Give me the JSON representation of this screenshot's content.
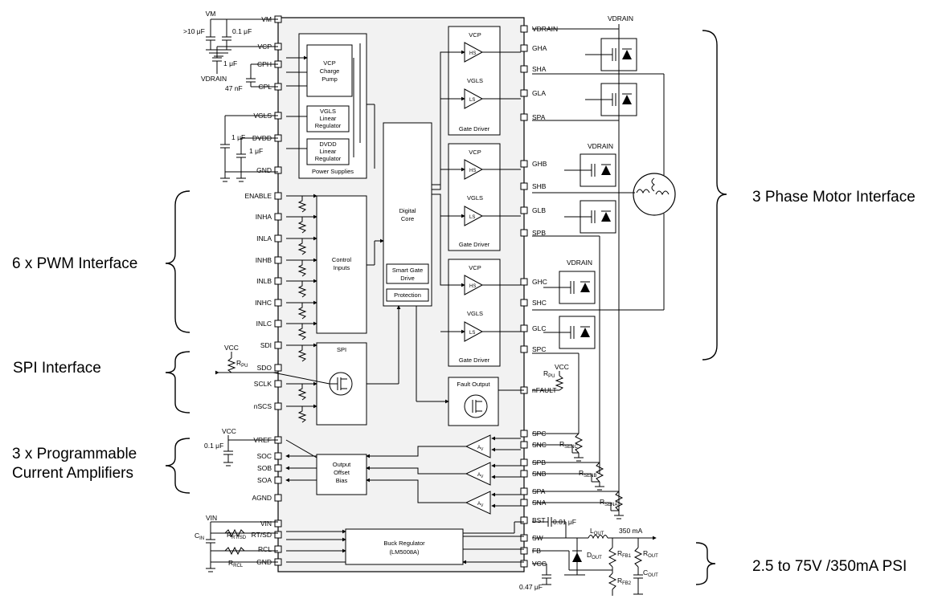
{
  "callouts": {
    "pwm": "6 x PWM Interface",
    "spi": "SPI Interface",
    "amp_line1": "3 x Programmable",
    "amp_line2": "Current Amplifiers",
    "motor": "3 Phase Motor Interface",
    "psu": "2.5 to 75V /350mA PSI"
  },
  "pins_left": [
    "VM",
    "VCP",
    "CPH",
    "CPL",
    "VGLS",
    "DVDD",
    "GND",
    "ENABLE",
    "INHA",
    "INLA",
    "INHB",
    "INLB",
    "INHC",
    "INLC",
    "SDI",
    "SDO",
    "SCLK",
    "nSCS",
    "VREF",
    "SOC",
    "SOB",
    "SOA",
    "AGND",
    "VIN",
    "RT/SD",
    "RCL",
    "GND"
  ],
  "pins_right": [
    "VDRAIN",
    "GHA",
    "SHA",
    "GLA",
    "SPA",
    "GHB",
    "SHB",
    "GLB",
    "SPB",
    "GHC",
    "SHC",
    "GLC",
    "SPC",
    "nFAULT",
    "SPC",
    "SNC",
    "SPB",
    "SNB",
    "SPA",
    "SNA",
    "BST",
    "SW",
    "FB",
    "VCC"
  ],
  "blocks": {
    "vcp": [
      "VCP",
      "Charge",
      "Pump"
    ],
    "vgls": [
      "VGLS",
      "Linear",
      "Regulator"
    ],
    "dvdd": [
      "DVDD",
      "Linear",
      "Regulator"
    ],
    "power_supplies": "Power Supplies",
    "digital_core": [
      "Digital",
      "Core"
    ],
    "smart_gate": [
      "Smart Gate",
      "Drive"
    ],
    "protection": "Protection",
    "control_inputs": [
      "Control",
      "Inputs"
    ],
    "spi": "SPI",
    "fault_output": "Fault Output",
    "output_bias": [
      "Output",
      "Offset",
      "Bias"
    ],
    "buck": [
      "Buck Regulator",
      "(LM5008A)"
    ],
    "gate_driver": "Gate Driver",
    "hs": "HS",
    "ls": "LS",
    "vcp_lbl": "VCP",
    "vgls_lbl": "VGLS",
    "amp": "A",
    "amp_sub": "V"
  },
  "external": {
    "vm": "VM",
    "c_10u": ">10 μF",
    "c_01u_vm": "0.1 μF",
    "c_1u_cp": "1 μF",
    "vdrain_left": "VDRAIN",
    "c_47n": "47 nF",
    "c_1u_vgls": "1 μF",
    "c_1u_dvdd": "1 μF",
    "vcc_spi": "VCC",
    "rpu_spi": "R",
    "rpu_spi_sub": "PU",
    "vcc_vref": "VCC",
    "c_01u_vref": "0.1 μF",
    "vin": "VIN",
    "cin": "C",
    "cin_sub": "IN",
    "rrtsd": "R",
    "rrtsd_sub": "RT/SD",
    "rrcl": "R",
    "rrcl_sub": "RCL",
    "vdrain_top": "VDRAIN",
    "vdrain_b": "VDRAIN",
    "vdrain_c": "VDRAIN",
    "vcc_fault": "VCC",
    "rpu_fault": "R",
    "rpu_fault_sub": "PU",
    "rsenc": "R",
    "rsenc_sub": "SENC",
    "rsenb": "R",
    "rsenb_sub": "SENB",
    "rsena": "R",
    "rsena_sub": "SENA",
    "c_001u": "0.01 μF",
    "lout": "L",
    "lout_sub": "OUT",
    "i_out": "350 mA",
    "dout": "D",
    "dout_sub": "OUT",
    "rfb1": "R",
    "rfb1_sub": "FB1",
    "rfb2": "R",
    "rfb2_sub": "FB2",
    "rout": "R",
    "rout_sub": "OUT",
    "cout": "C",
    "cout_sub": "OUT",
    "c_047u": "0.47 μF"
  }
}
